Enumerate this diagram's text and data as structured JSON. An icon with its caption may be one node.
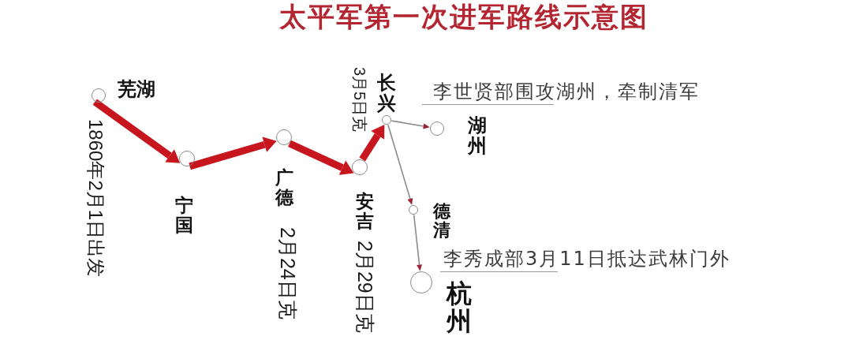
{
  "diagram": {
    "title": "太平军第一次进军路线示意图",
    "nodes": [
      {
        "text": [
          "芜湖"
        ],
        "beside": [
          "1860年2月1日出发"
        ]
      },
      {
        "text": [
          "宁国"
        ]
      },
      {
        "text": [
          "广德"
        ]
      },
      {
        "text": [
          "安吉"
        ]
      },
      {
        "text": [
          "长兴"
        ],
        "beside": [
          "3月5日克"
        ]
      },
      {
        "text": [
          "湖州"
        ]
      },
      {
        "text": [
          "德清"
        ]
      },
      {
        "text": [
          "杭州"
        ]
      }
    ],
    "edges": [
      {
        "from": 0,
        "to": 1,
        "arrow": "to"
      },
      {
        "from": 1,
        "to": 2,
        "arrow": "to"
      },
      {
        "from": 2,
        "to": 3,
        "arrow": "to"
      },
      {
        "from": 3,
        "to": 4,
        "arrow": "to"
      },
      {
        "from": 4,
        "to": 5,
        "arrow": "to",
        "color": "#8c8c8c"
      },
      {
        "from": 4,
        "to": 6,
        "arrow": "to",
        "color": "#8c8c8c"
      },
      {
        "from": 6,
        "to": 7,
        "arrow": "to",
        "color": "#8c8c8c"
      }
    ],
    "labels": [
      "李世贤部围攻湖州，牵制清军",
      "2月24日克",
      "2月29日克",
      "李秀成部3月11日抵达武林门外"
    ]
  }
}
